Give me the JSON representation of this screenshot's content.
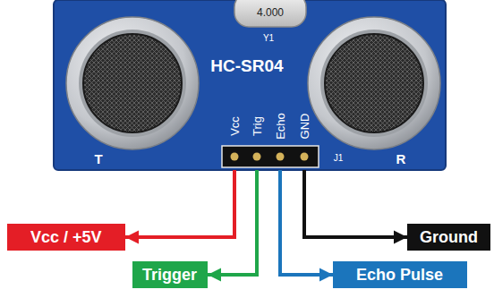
{
  "diagram": {
    "nodes": [
      {
        "text": [
          "HC-SR04",
          "Y1",
          "Vcc",
          "Trig",
          "Echo",
          "GND",
          "T",
          "J1",
          "R"
        ]
      },
      {
        "text": [
          "Vcc / +5V"
        ]
      },
      {
        "text": [
          "Ground"
        ]
      },
      {
        "text": [
          "Trigger"
        ]
      },
      {
        "text": [
          "Echo Pulse"
        ]
      }
    ],
    "edges": [
      {
        "from": 0,
        "to": 1,
        "arrow": "to"
      },
      {
        "from": 0,
        "to": 2,
        "arrow": "to"
      },
      {
        "from": 0,
        "to": 3,
        "arrow": "to"
      },
      {
        "from": 0,
        "to": 4,
        "arrow": "to"
      }
    ],
    "labels": [
      "4.000"
    ]
  }
}
